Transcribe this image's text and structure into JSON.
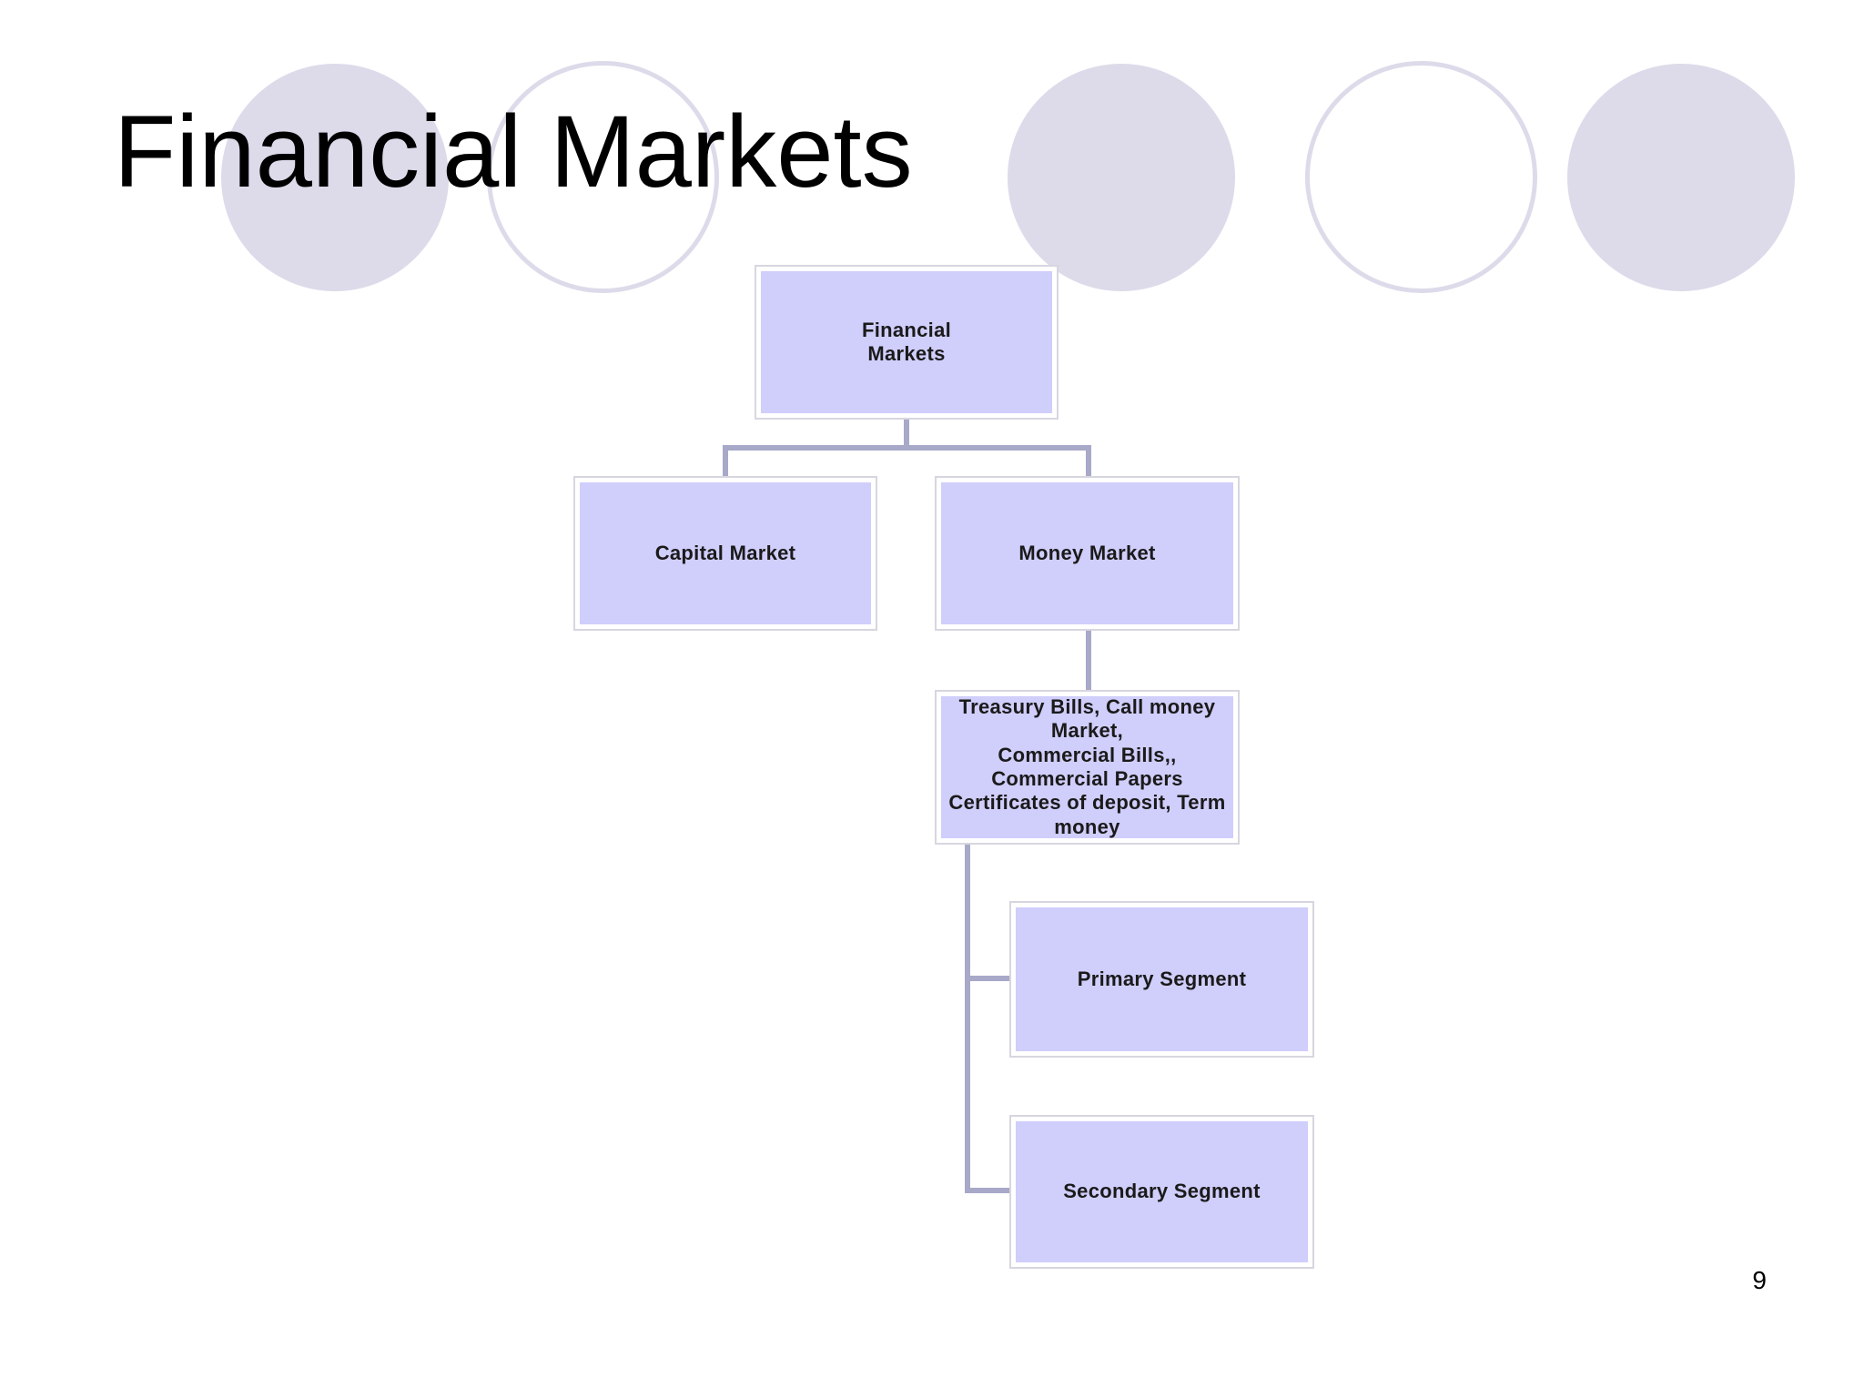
{
  "slide": {
    "title": "Financial Markets",
    "page_number": "9"
  },
  "diagram": {
    "root": "Financial\nMarkets",
    "capital_market": "Capital Market",
    "money_market": "Money Market",
    "instruments": "Treasury Bills,  Call money Market,\nCommercial Bills,,\nCommercial Papers\nCertificates of deposit, Term money",
    "primary_segment": "Primary Segment",
    "secondary_segment": "Secondary Segment"
  },
  "colors": {
    "node_fill": "#d0cefb",
    "decor_circle": "#dddbea",
    "connector": "#a8a8c8"
  }
}
